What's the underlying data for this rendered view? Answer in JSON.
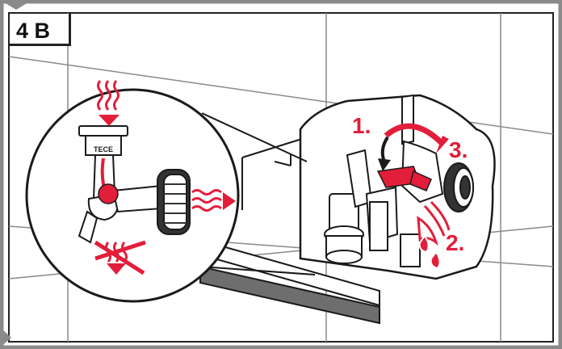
{
  "panel": {
    "label": "4 B"
  },
  "valve": {
    "brand_text": "TECE"
  },
  "steps": {
    "one": "1.",
    "two": "2.",
    "three": "3."
  },
  "colors": {
    "accent": "#e21e3b",
    "frame": "#8a8a8a",
    "line": "#1a1a1a",
    "shade": "#6e6e6e"
  },
  "icons": {
    "water_in": "wavy-arrow-down-icon",
    "water_out": "wavy-arrow-right-icon",
    "no_flow": "crossed-drop-icon",
    "rotate": "curved-arrow-icon",
    "water_drops": "droplet-icon"
  }
}
